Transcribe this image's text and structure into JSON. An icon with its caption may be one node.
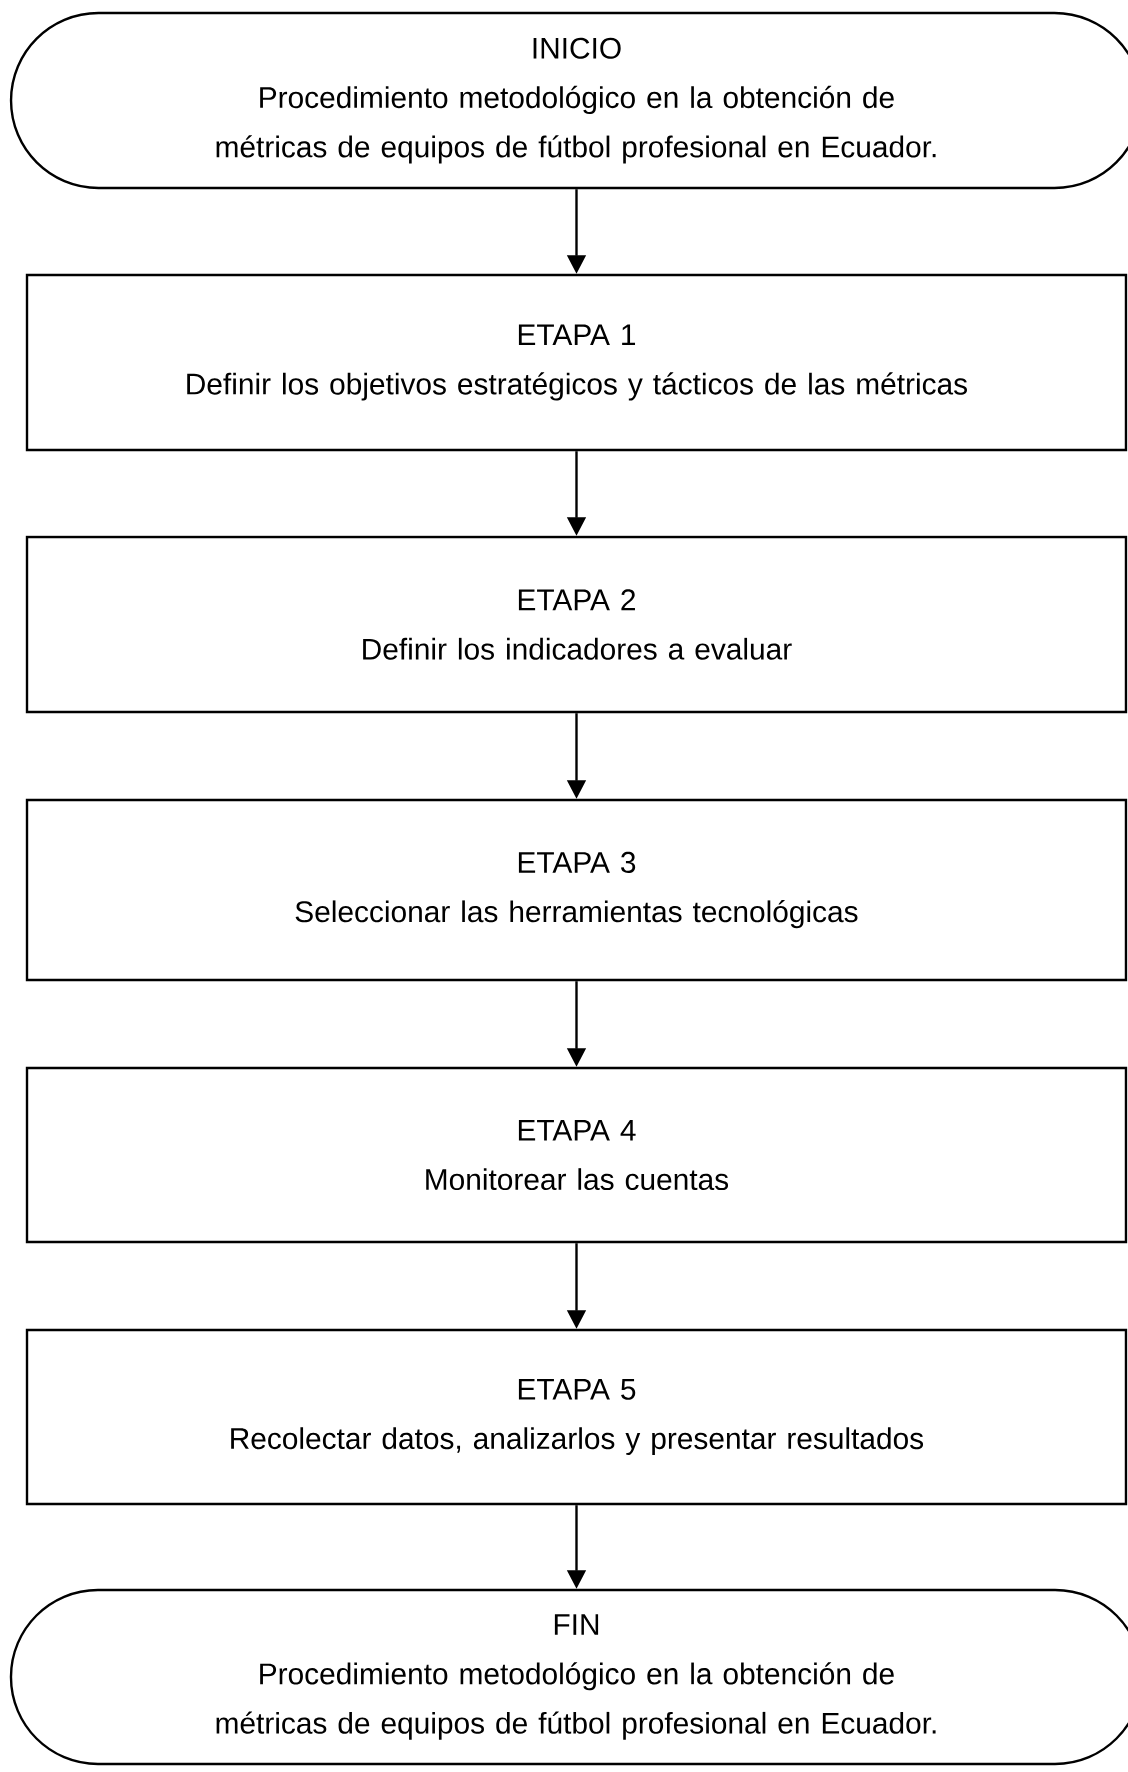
{
  "diagram": {
    "nodes": [
      {
        "text": [
          "INICIO",
          "Procedimiento metodológico en la obtención de métricas de equipos de fútbol profesional en Ecuador."
        ]
      },
      {
        "text": [
          "ETAPA 1",
          "Definir los objetivos estratégicos y tácticos de las métricas"
        ]
      },
      {
        "text": [
          "ETAPA 2",
          "Definir los indicadores a evaluar"
        ]
      },
      {
        "text": [
          "ETAPA 3",
          "Seleccionar las herramientas tecnológicas"
        ]
      },
      {
        "text": [
          "ETAPA 4",
          "Monitorear las cuentas"
        ]
      },
      {
        "text": [
          "ETAPA 5",
          "Recolectar datos, analizarlos y presentar resultados"
        ]
      },
      {
        "text": [
          "FIN",
          "Procedimiento metodológico en la obtención de métricas de equipos de fútbol profesional en Ecuador."
        ]
      }
    ],
    "edges": [
      {
        "from": 0,
        "to": 1,
        "arrow": "to"
      },
      {
        "from": 1,
        "to": 2,
        "arrow": "to"
      },
      {
        "from": 2,
        "to": 3,
        "arrow": "to"
      },
      {
        "from": 3,
        "to": 4,
        "arrow": "to"
      },
      {
        "from": 4,
        "to": 5,
        "arrow": "to"
      },
      {
        "from": 5,
        "to": 6,
        "arrow": "to"
      }
    ]
  }
}
